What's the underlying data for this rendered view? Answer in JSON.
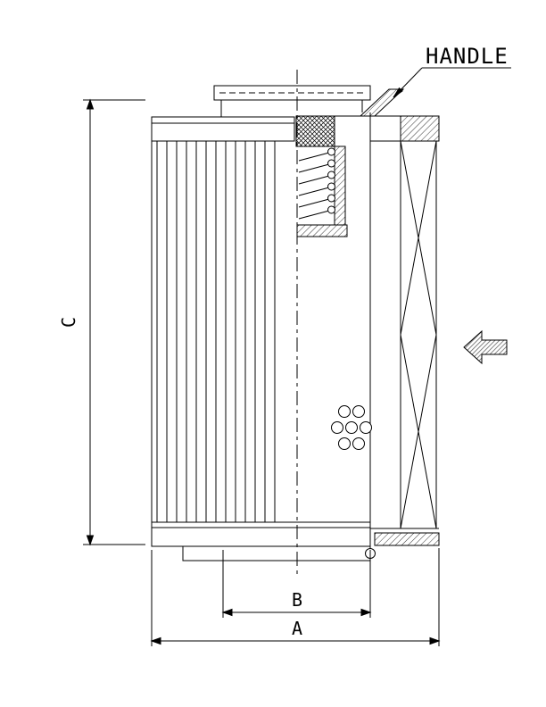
{
  "drawing": {
    "labels": {
      "handle": "HANDLE",
      "dim_c": "C",
      "dim_b": "B",
      "dim_a": "A"
    },
    "colors": {
      "line": "#000000",
      "background": "#ffffff",
      "arrow_hatch": "#666666"
    },
    "icons": {
      "flow_arrow": "left-flow-direction-arrow"
    }
  }
}
